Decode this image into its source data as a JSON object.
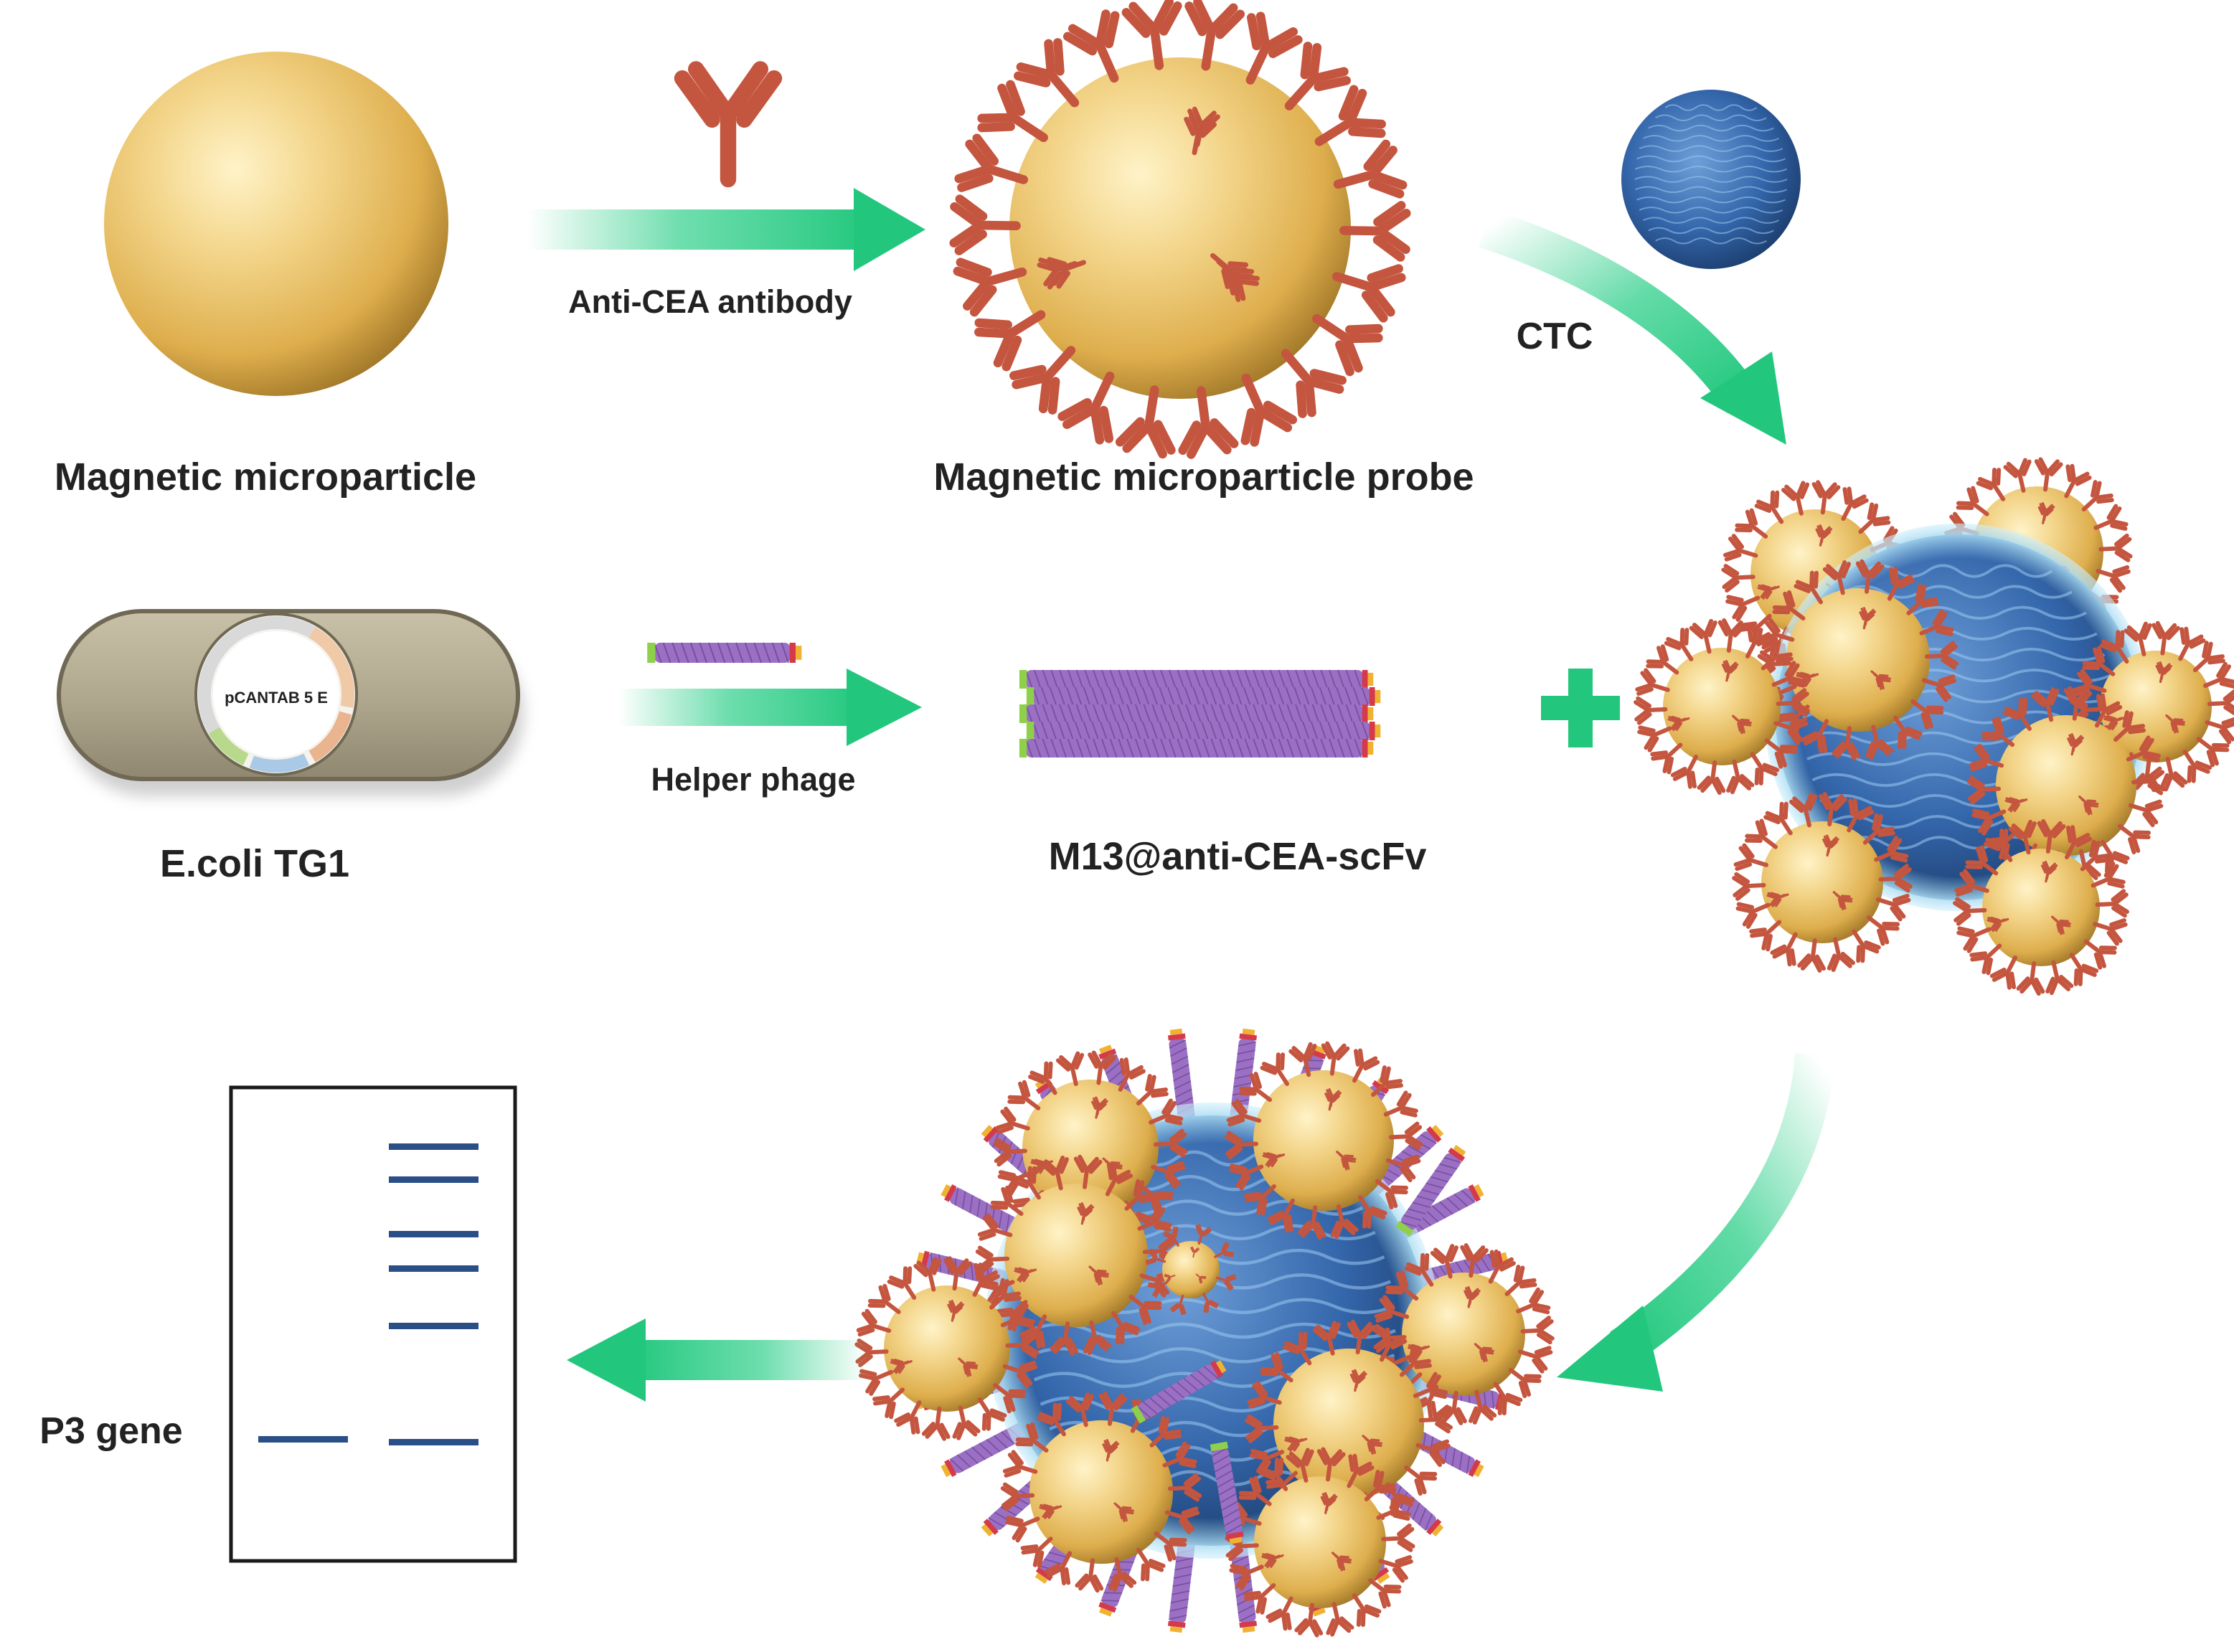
{
  "labels": {
    "magnetic_microparticle": "Magnetic microparticle",
    "anti_cea_antibody": "Anti-CEA antibody",
    "magnetic_microparticle_probe": "Magnetic microparticle probe",
    "ctc": "CTC",
    "ecoli": "E.coli TG1",
    "plasmid": "pCANTAB 5 E",
    "helper_phage": "Helper phage",
    "m13": "M13@anti-CEA-scFv",
    "p3_gene": "P3 gene"
  },
  "gel": {
    "lane1_bands": 1,
    "lane2_bands": 6
  },
  "colors": {
    "particle": "#e3b65a",
    "antibody": "#c4553f",
    "arrow": "#2fcf8a",
    "cell": "#2f5f9e",
    "phage_body": "#9b6fc4",
    "phage_tip_green": "#8ed04a",
    "phage_tip_red": "#d43a4a",
    "phage_tip_yellow": "#f0b232",
    "gel_band": "#2a4f86",
    "ecoli_body": "#b0a88f"
  }
}
